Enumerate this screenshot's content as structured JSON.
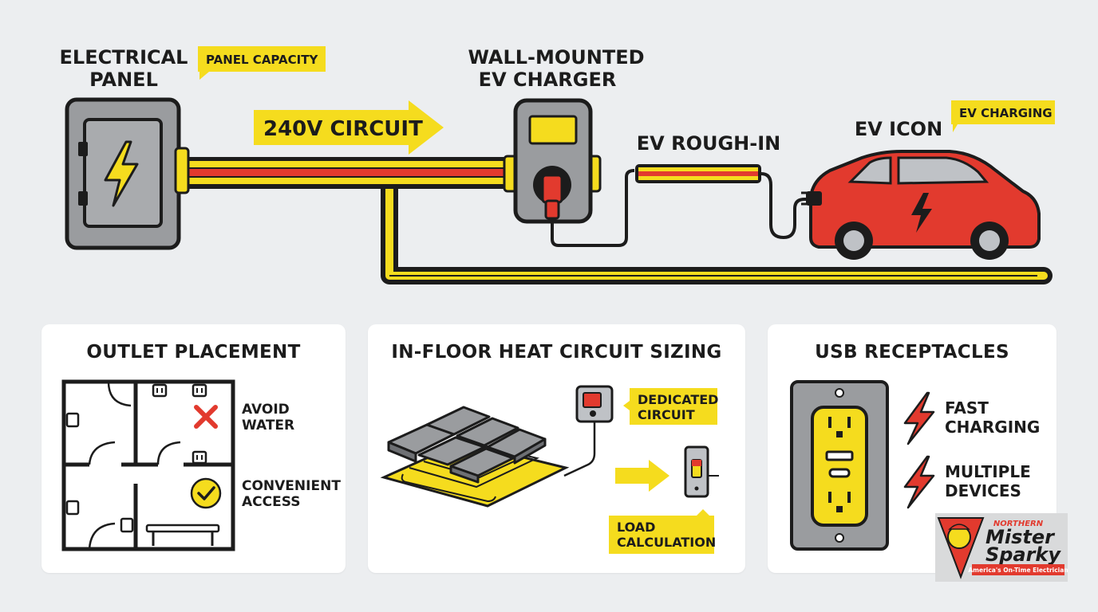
{
  "top": {
    "panel_label_1": "ELECTRICAL",
    "panel_label_2": "PANEL",
    "panel_capacity_tag": "PANEL CAPACITY",
    "circuit_arrow_label": "240V CIRCUIT",
    "charger_label_1": "WALL-MOUNTED",
    "charger_label_2": "EV CHARGER",
    "rough_in_label": "EV ROUGH-IN",
    "ev_icon_label": "EV ICON",
    "ev_charging_tag": "EV CHARGING"
  },
  "outlet_card": {
    "title": "OUTLET PLACEMENT",
    "avoid_1": "AVOID",
    "avoid_2": "WATER",
    "access_1": "CONVENIENT",
    "access_2": "ACCESS"
  },
  "heat_card": {
    "title": "IN-FLOOR HEAT CIRCUIT SIZING",
    "dedicated_1": "DEDICATED",
    "dedicated_2": "CIRCUIT",
    "load_1": "LOAD",
    "load_2": "CALCULATION"
  },
  "usb_card": {
    "title": "USB RECEPTACLES",
    "fast_1": "FAST",
    "fast_2": "CHARGING",
    "multi_1": "MULTIPLE",
    "multi_2": "DEVICES"
  },
  "logo": {
    "line1": "NORTHERN",
    "line2": "Mister",
    "line3": "Sparky",
    "tagline": "America's On-Time Electrician"
  },
  "colors": {
    "yellow": "#f5dc1e",
    "red": "#e23a2e",
    "dark": "#1c1c1c",
    "gray": "#9a9c9f",
    "background": "#eceef0"
  },
  "icons": [
    "lightning-bolt-icon",
    "ev-car-icon",
    "plug-icon",
    "red-x-icon",
    "checkmark-icon",
    "thermostat-icon",
    "switch-icon",
    "usb-outlet-icon"
  ]
}
